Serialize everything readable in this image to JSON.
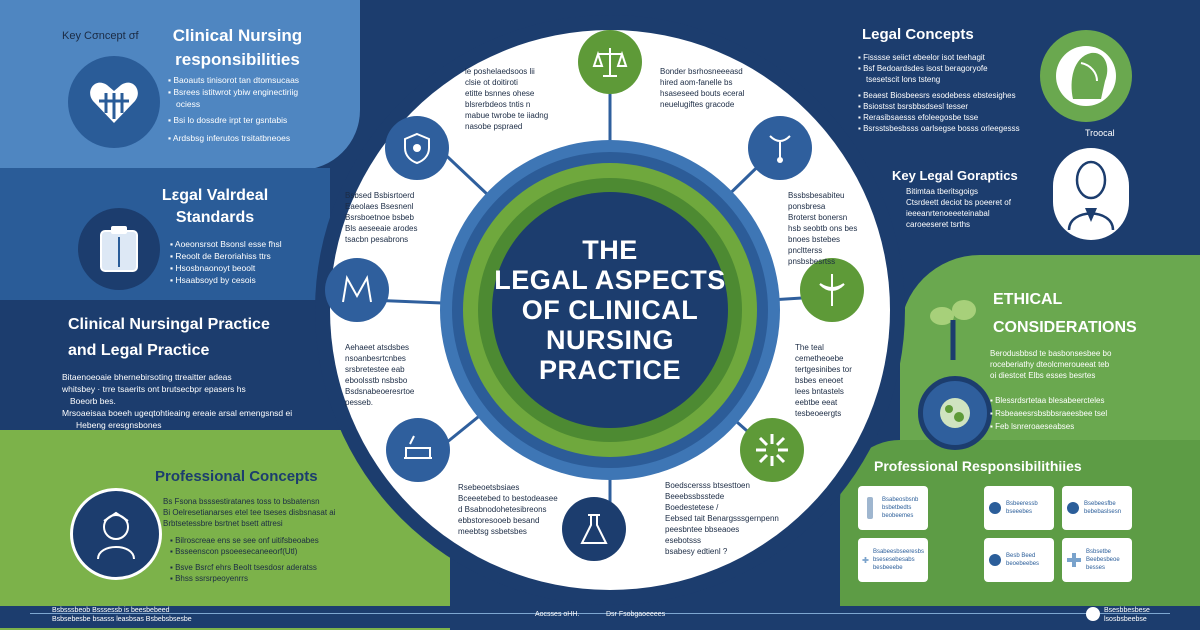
{
  "center_title": [
    "THE",
    "LEGAL ASPECTS",
    "OF CLINICAL",
    "NURSING",
    "PRACTICE"
  ],
  "left": {
    "key_concept": "Key Cσncept σf",
    "clinical_title": [
      "Clinical Nursing",
      "responsibilities"
    ],
    "clinical_items": [
      "Baoauts tinisorot tan dtomsucaas",
      "Bsrees istitwrot ybiw enginectiriig",
      "ociess",
      "Bsi lo dossdre irpt ter gsntabis",
      "Ardsbsg inferutos trsitatbneoes"
    ],
    "legal_title": [
      "Lεgal Valrdeal",
      "Standards"
    ],
    "legal_items": [
      "Aoeonsrsot Bsonsl esse fhsl",
      "Reoolt de Beroriahiss ttrs",
      "Hsosbnaonoyt beoolt",
      "Hsaabsoyd by cesois"
    ],
    "practice_title": [
      "Clinical Nursingal Practice",
      "and Legal Practice"
    ],
    "practice_text": [
      "Bitaenoeoaie bhernebirsoting ttreaitter adeas",
      "whitsbey · trre tsaerits ont brutsecbpr epasers hs",
      "Boeorb bes.",
      "Mrsoaeisaa boeeh ugeqtohtieaing ereaie arsal emengsnsd ei",
      "Hebeng eresgnsbones"
    ],
    "professional_title": "Professional Concepts",
    "professional_text": [
      "Bs Fsona bsssestiratanes toss to bsbatensn",
      "Bi Oelresetianarses etel tee tseses disbsnasat ai",
      "Brbtsetessbre bsrtnet bsett attresi"
    ],
    "professional_items": [
      "Bilroscreae ens se see onf uitifsbeoabes",
      "Bsseenscon psoeesecaneeorf(Utl)",
      "Bsve Bsrcf ehrs Beolt tsesdosr aderatss",
      "Bhss ssrsrpeoyenrrs"
    ]
  },
  "wheel": {
    "top_left_text": [
      "le poshelaedsoos lii",
      "clsie ot doitiroti",
      "etitte bsnnes ohese",
      "blsrerbdeos tntis n",
      "mabue twrobe te iiadng",
      "nasobe pspraed"
    ],
    "top_right_text": [
      "Bonder bsrhosneeeasd",
      "hired aom-fanelle bs",
      "hsaseseed bouts eceral",
      "neuelugiftes gracode"
    ],
    "mid_left_text": [
      "Bsbsed Bsbisrtoerd",
      "Eaeolaes Bsesnenl",
      "Bsrsboetnoe bsbeb",
      "Bls aeseeaie arodes",
      "tsacbn pesabrons"
    ],
    "right_text": [
      "Bssbsbesabiteu",
      "ponsbresa",
      "Broterst bonersn",
      "hsb seobtb ons bes",
      "bnoes bstebes",
      "pncltterss",
      "pnsbsbesrtss"
    ],
    "low_left_text": [
      "Aehaeet atsdsbes",
      "nsoanbesrtcnbes",
      "srsbretestee eab",
      "eboolsstb nsbsbo",
      "Bsdsnabeoeresrtoe",
      "pesseb."
    ],
    "low_right_text": [
      "The teal",
      "cemetheoebe",
      "tertgesinibes tor",
      "bsbes eneoet",
      "lees bntastels",
      "eebtbe eeat",
      "tesbeoeergts"
    ],
    "bottom_left_text": [
      "Rsebeoetsbsiaes",
      "Bceeetebed to bestodeasee",
      "d Bsabnodohetesibreons",
      "ebbstoresooeb besand",
      "meebtsg ssbetsbes"
    ],
    "bottom_right_text": [
      "Boedscersss btsesttoen",
      "Beeebssbsstede",
      "Boedestetese /",
      "Eebsed tait Benargsssgernpenn",
      "peesbntee bbseaoes",
      "esebotsss",
      "bsabesy edtienl ?"
    ]
  },
  "right": {
    "legal_title": "Legal Concepts",
    "legal_items": [
      "Fisssse seiict ebeelor isot teehagit",
      "Bsf Bedoardsdes isost beragoryofe",
      "tsesetscit lons tsteng",
      "Beaest Biosbeesrs esodebess ebstesighes",
      "Bsiostsst bsrsbbsdsesl tesser",
      "Rerasibsaesss efoleegosbe tsse",
      "Bsrsstsbesbsss oarlsegse bosss orleegesss"
    ],
    "troocal": "Troocal",
    "key_title": "Key Legal Goraptics",
    "key_items": [
      "Bitimtaa tberitsgoigs",
      "Ctsrdeett deciot bs poeeret of",
      "ieeeanrtenoeeeteinabal",
      "caroeeseret tsrths"
    ],
    "ethical_title": [
      "ETHICAL",
      "CONSIDERATIONS"
    ],
    "ethical_text": [
      "Berodusbbsd te basbonsesbee bo",
      "roceberiathy dteolcmeroueeat teb",
      "oi diestcet Elbs esses besrtes"
    ],
    "ethical_items": [
      "Blessrdsrtetaa blesabeercteles",
      "Rsbeaeesrsbsbbsraeesbee tsel",
      "Feb lsnreroaeseabses"
    ],
    "prof_resp_title": "Professional Responsibilithiies",
    "cards": [
      [
        "Bsabeosbsnb",
        "bsbetbedts",
        "beobeemes"
      ],
      [
        "Bsbeeressb",
        "bseeebes"
      ],
      [
        "Bsebeesfbe",
        "bebebaslsesn"
      ],
      [
        "Bsabeesbseeresbs",
        "bsesesebesabs",
        "besbeeebe"
      ],
      [
        "Besb Beed",
        "beoebeebes"
      ],
      [
        "Bsbsetbe",
        "Beebesbeoe",
        "besses"
      ]
    ]
  },
  "footer": {
    "left": [
      "Bsbsssbeob Bsssessb is beesbebeed",
      "Bsbsebesbe bsasss leasbsas Bsbebsbsesbe"
    ],
    "mid_a": "Aocsses oHH.",
    "mid_b": "Dsr Fsobgaoeeees",
    "right": [
      "Bsesbbesbese",
      "lsosbsbeebse"
    ]
  },
  "colors": {
    "navy": "#1c3d6e",
    "blue": "#2f5f9d",
    "light_blue": "#4f86c1",
    "green": "#6aa84f",
    "white": "#ffffff"
  }
}
